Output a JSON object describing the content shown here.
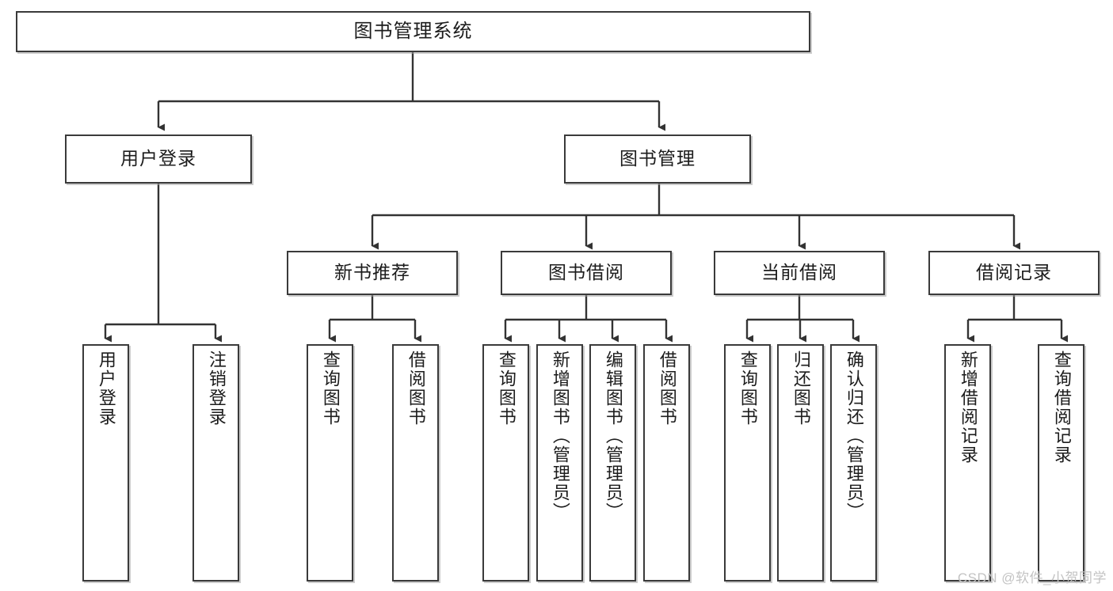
{
  "diagram": {
    "title": "图书管理系统",
    "type": "tree",
    "root": {
      "label": "图书管理系统"
    },
    "level1": [
      {
        "label": "用户登录"
      },
      {
        "label": "图书管理"
      }
    ],
    "level2": [
      {
        "label": "新书推荐"
      },
      {
        "label": "图书借阅"
      },
      {
        "label": "当前借阅"
      },
      {
        "label": "借阅记录"
      }
    ],
    "leaves": {
      "user_login": [
        {
          "label": "用户登录"
        },
        {
          "label": "注销登录"
        }
      ],
      "new_book_recommend": [
        {
          "label": "查询图书"
        },
        {
          "label": "借阅图书"
        }
      ],
      "book_borrow": [
        {
          "label": "查询图书"
        },
        {
          "label": "新增图书（管理员）"
        },
        {
          "label": "编辑图书（管理员）"
        },
        {
          "label": "借阅图书"
        }
      ],
      "current_borrow": [
        {
          "label": "查询图书"
        },
        {
          "label": "归还图书"
        },
        {
          "label": "确认归还（管理员）"
        }
      ],
      "borrow_record": [
        {
          "label": "新增借阅记录"
        },
        {
          "label": "查询借阅记录"
        }
      ]
    }
  },
  "watermark": {
    "text": "CSDN @软件_小贺同学"
  },
  "colors": {
    "box_border": "#3a3a3a",
    "box_fill": "#ffffff",
    "connector": "#333333",
    "text": "#1c1c1c",
    "watermark": "#c3c3c3"
  }
}
